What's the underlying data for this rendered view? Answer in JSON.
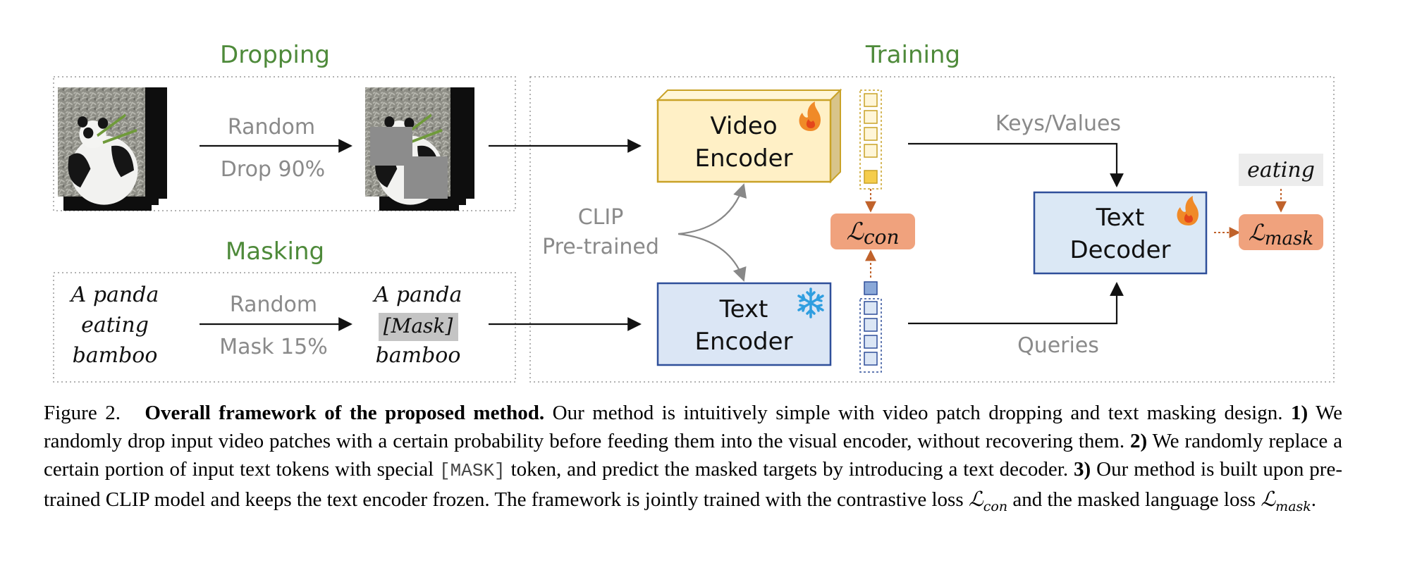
{
  "colors": {
    "section_title": "#4e8a3a",
    "label_gray": "#8a8a8a",
    "video_encoder_fill": "#fff0c6",
    "video_encoder_stroke": "#c9a227",
    "text_encoder_fill": "#dbe6f5",
    "text_encoder_stroke": "#2f4f9a",
    "text_decoder_fill": "#dbe8f5",
    "loss_fill": "#f0a27d",
    "token_yellow": "#f5cd4c",
    "token_blue": "#8aa8d8",
    "dotted_arrow": "#c0622b",
    "flame": "#f08a28",
    "snowflake": "#2f9ee0"
  },
  "icons": [
    "flame-icon",
    "snowflake-icon",
    "panda-image-icon"
  ],
  "diagram": {
    "dropping": {
      "title": "Dropping",
      "arrow_top": "Random",
      "arrow_bottom": "Drop 90%"
    },
    "masking": {
      "title": "Masking",
      "input_lines": [
        "A panda",
        "eating",
        "bamboo"
      ],
      "arrow_top": "Random",
      "arrow_bottom": "Mask 15%",
      "output_line1": "A panda",
      "output_mask": "[Mask]",
      "output_line3": "bamboo"
    },
    "training": {
      "title": "Training",
      "video_encoder": [
        "Video",
        "Encoder"
      ],
      "text_encoder": [
        "Text",
        "Encoder"
      ],
      "text_decoder": [
        "Text",
        "Decoder"
      ],
      "clip_label": [
        "CLIP",
        "Pre-trained"
      ],
      "keys_values": "Keys/Values",
      "queries": "Queries",
      "loss_con": {
        "main": "ℒ",
        "sub": "con"
      },
      "loss_mask": {
        "main": "ℒ",
        "sub": "mask"
      },
      "target_word": "eating"
    }
  },
  "caption": {
    "prefix": "Figure 2.",
    "bold_title": "Overall framework of the proposed method.",
    "text1": " Our method is intuitively simple with video patch dropping and text masking design. ",
    "step1_num": "1)",
    "step1_text": " We randomly drop input video patches with a certain probability before feeding them into the visual encoder, without recovering them. ",
    "step2_num": "2)",
    "step2_text_a": " We randomly replace a certain portion of input text tokens with special ",
    "mask_token": "[MASK]",
    "step2_text_b": " token, and predict the masked targets by introducing a text decoder. ",
    "step3_num": "3)",
    "step3_text": " Our method is built upon pre-trained CLIP model and keeps the text encoder frozen. The framework is jointly trained with the contrastive loss ",
    "loss_con_main": "ℒ",
    "loss_con_sub": "con",
    "joiner": " and the masked language loss ",
    "loss_mask_main": "ℒ",
    "loss_mask_sub": "mask",
    "end": "."
  }
}
